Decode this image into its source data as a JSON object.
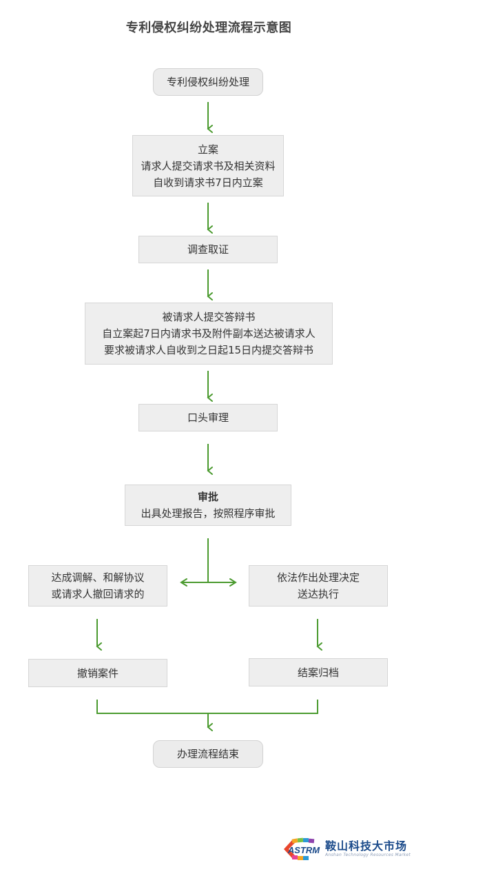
{
  "title": "专利侵权纠纷处理流程示意图",
  "colors": {
    "arrow": "#4a9a2e",
    "node_fill": "#eeeeee",
    "node_border": "#d6d6d6",
    "text": "#333333"
  },
  "nodes": {
    "start": {
      "lines": [
        "专利侵权纠纷处理"
      ]
    },
    "filing": {
      "lines": [
        "立案",
        "请求人提交请求书及相关资料",
        "自收到请求书7日内立案"
      ]
    },
    "investigation": {
      "lines": [
        "调查取证"
      ]
    },
    "defense": {
      "lines": [
        "被请求人提交答辩书",
        "自立案起7日内请求书及附件副本送达被请求人",
        "要求被请求人自收到之日起15日内提交答辩书"
      ]
    },
    "oral_hearing": {
      "lines": [
        "口头审理"
      ]
    },
    "approval": {
      "lines": [
        "审批",
        "出具处理报告，按照程序审批"
      ]
    },
    "mediation": {
      "lines": [
        "达成调解、和解协议",
        "或请求人撤回请求的"
      ]
    },
    "decision": {
      "lines": [
        "依法作出处理决定",
        "送达执行"
      ]
    },
    "withdraw": {
      "lines": [
        "撤销案件"
      ]
    },
    "archive": {
      "lines": [
        "结案归档"
      ]
    },
    "end": {
      "lines": [
        "办理流程结束"
      ]
    }
  },
  "edges": [
    [
      "start",
      "filing"
    ],
    [
      "filing",
      "investigation"
    ],
    [
      "investigation",
      "defense"
    ],
    [
      "defense",
      "oral_hearing"
    ],
    [
      "oral_hearing",
      "approval"
    ],
    [
      "approval",
      "mediation"
    ],
    [
      "approval",
      "decision"
    ],
    [
      "mediation",
      "withdraw"
    ],
    [
      "decision",
      "archive"
    ],
    [
      "withdraw",
      "end"
    ],
    [
      "archive",
      "end"
    ]
  ],
  "logo": {
    "mark": "ASTRM",
    "name": "鞍山科技大市场",
    "tagline": "Anshan Technology Resources Market"
  }
}
